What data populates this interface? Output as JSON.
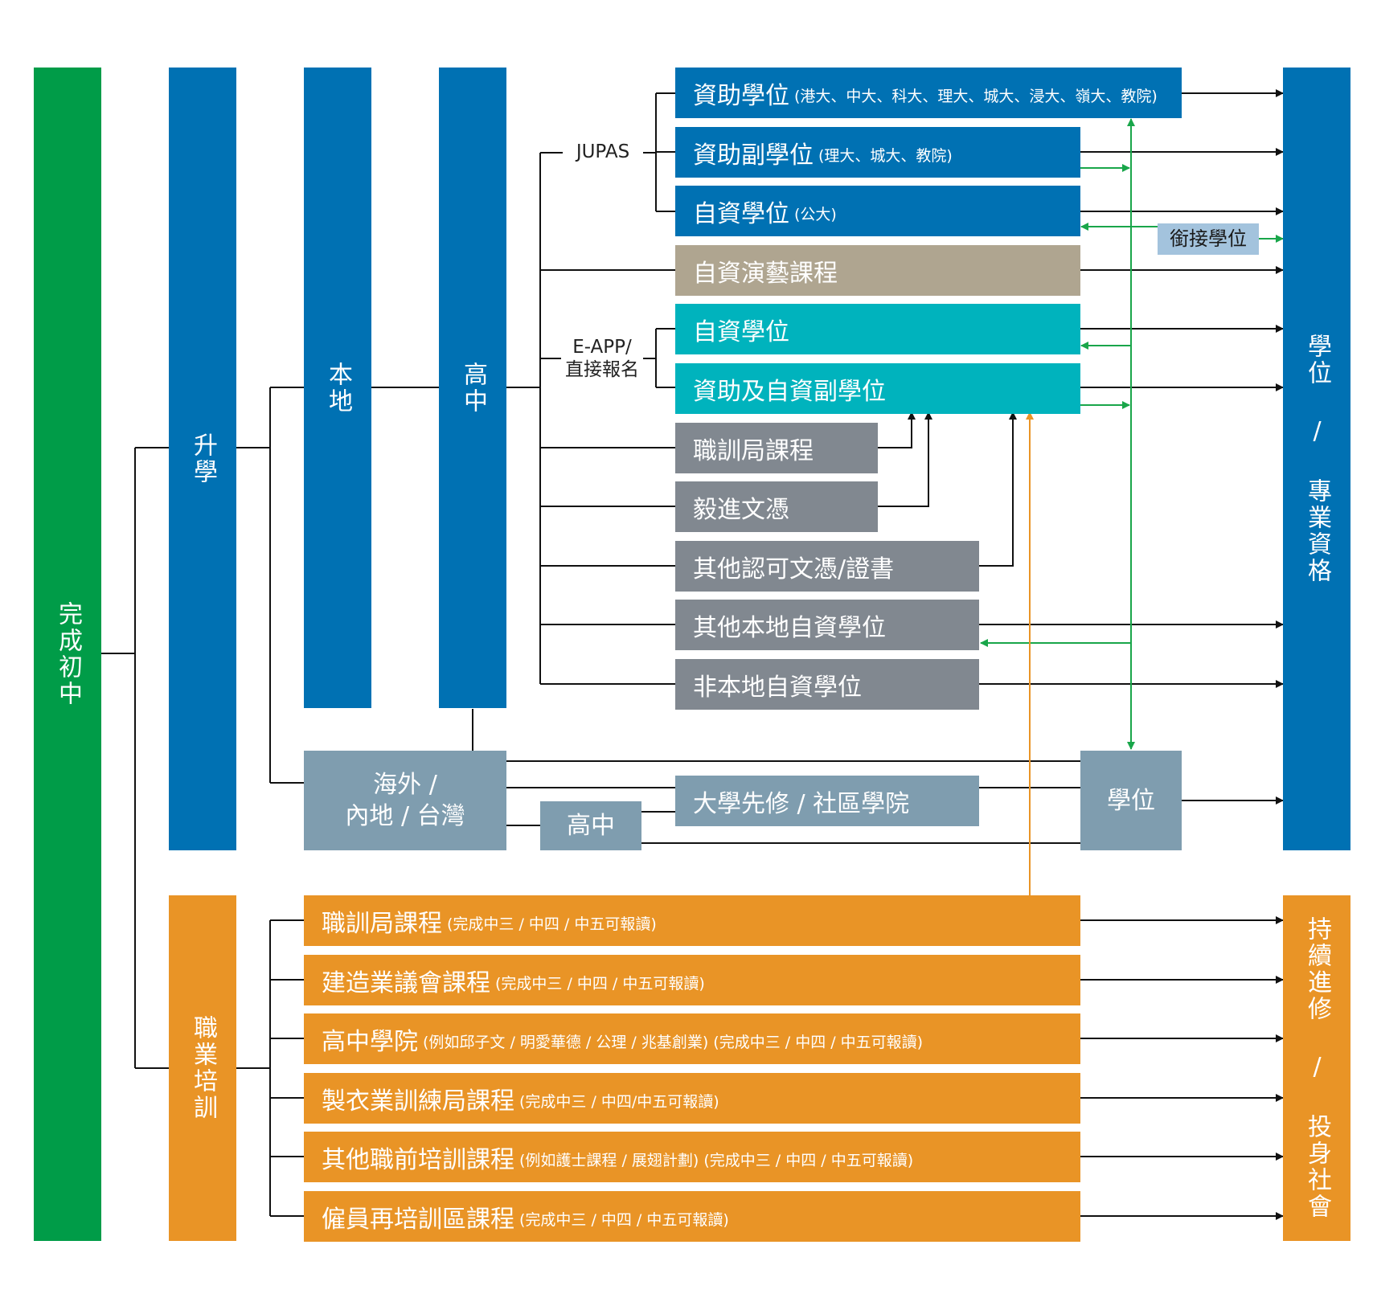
{
  "colors": {
    "green": "#009c48",
    "blue": "#0071b3",
    "orange": "#e99426",
    "teal": "#00b3bd",
    "tan": "#afa590",
    "gray": "#818890",
    "slate": "#7f9daf",
    "light_blue": "#a3c3dd",
    "line_black": "#111111",
    "line_green": "#19a64a",
    "line_orange": "#e99426"
  },
  "columns": {
    "complete_junior": "完成初中",
    "further_study": "升學",
    "local": "本地",
    "senior_secondary": "高中",
    "vocational_training": "職業培訓",
    "degree_professional": "學位 / 專業資格",
    "continuing_career": "持續進修 / 投身社會"
  },
  "routes": {
    "jupas": "JUPAS",
    "e_app_line1": "E-APP/",
    "e_app_line2": "直接報名"
  },
  "programmes": {
    "funded_degree": {
      "label": "資助學位",
      "note": "(港大、中大、科大、理大、城大、浸大、嶺大、教院)"
    },
    "funded_sub_degree": {
      "label": "資助副學位",
      "note": "(理大、城大、教院)"
    },
    "self_financed_degree_ou": {
      "label": "自資學位",
      "note": "(公大)"
    },
    "self_financed_performing_arts": {
      "label": "自資演藝課程"
    },
    "self_financed_degree": {
      "label": "自資學位"
    },
    "funded_self_financed_sub_degree": {
      "label": "資助及自資副學位"
    },
    "vtc_course": {
      "label": "職訓局課程"
    },
    "yi_jin_diploma": {
      "label": "毅進文憑"
    },
    "other_recognised_qualifications": {
      "label": "其他認可文憑/證書"
    },
    "other_local_self_financed_degree": {
      "label": "其他本地自資學位"
    },
    "non_local_self_financed_degree": {
      "label": "非本地自資學位"
    },
    "articulation_degree": {
      "label": "銜接學位"
    }
  },
  "overseas": {
    "region_line1": "海外 /",
    "region_line2": "內地 / 台灣",
    "senior_secondary": "高中",
    "foundation_college": "大學先修 / 社區學院",
    "degree": "學位"
  },
  "vocational": [
    {
      "label": "職訓局課程",
      "note": "(完成中三 / 中四 / 中五可報讀)"
    },
    {
      "label": "建造業議會課程",
      "note": "(完成中三 / 中四 / 中五可報讀)"
    },
    {
      "label": "高中學院",
      "note": "(例如邱子文 / 明愛華德 / 公理 / 兆基創業)  (完成中三 / 中四 / 中五可報讀)"
    },
    {
      "label": "製衣業訓練局課程",
      "note": "(完成中三 / 中四/中五可報讀)"
    },
    {
      "label": "其他職前培訓課程",
      "note": "(例如護士課程 / 展翅計劃)  (完成中三 / 中四 / 中五可報讀)"
    },
    {
      "label": "僱員再培訓區課程",
      "note": "(完成中三 / 中四 / 中五可報讀)"
    }
  ]
}
